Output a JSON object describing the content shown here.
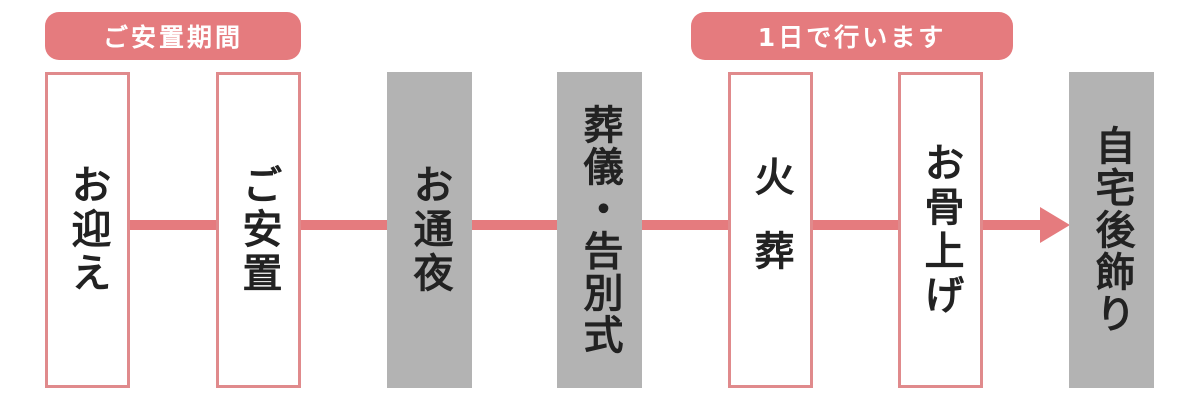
{
  "colors": {
    "accent": "#e57b7e",
    "box_border": "#e08a8c",
    "filled_box": "#b3b3b3",
    "text": "#222222",
    "badge_text": "#ffffff"
  },
  "badges": {
    "anchi_period": "ご安置期間",
    "one_day": "1日で行います"
  },
  "steps": [
    {
      "label": "お迎え",
      "style": "outline"
    },
    {
      "label": "ご安置",
      "style": "outline"
    },
    {
      "label": "お通夜",
      "style": "filled"
    },
    {
      "label": "葬儀・告別式",
      "style": "filled"
    },
    {
      "label": "火葬",
      "style": "outline"
    },
    {
      "label": "お骨上げ",
      "style": "outline"
    },
    {
      "label": "自宅後飾り",
      "style": "filled"
    }
  ]
}
